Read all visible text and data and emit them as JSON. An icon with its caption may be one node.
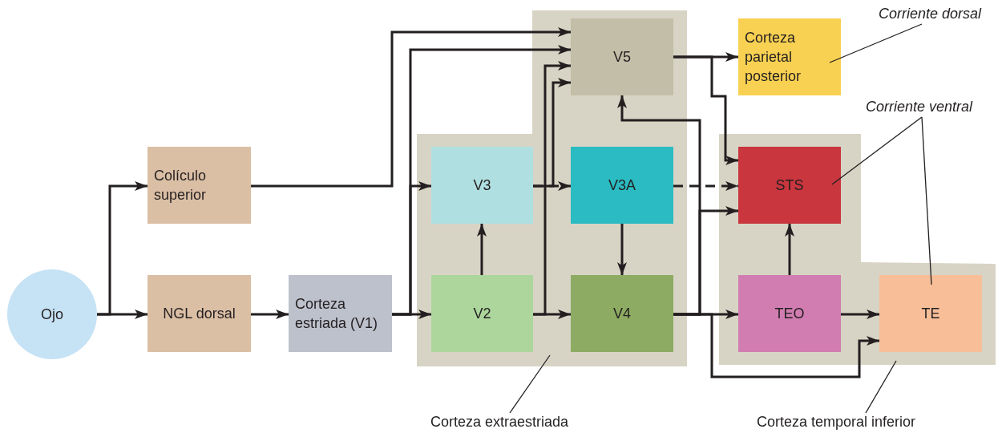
{
  "diagram": {
    "nodes": [
      {
        "text": [
          "Ojo"
        ]
      },
      {
        "text": [
          "Colículo superior"
        ]
      },
      {
        "text": [
          "NGL dorsal"
        ]
      },
      {
        "text": [
          "Corteza estriada (V1)"
        ]
      },
      {
        "text": [],
        "shape": "band"
      },
      {
        "text": [
          "V5"
        ],
        "in": 4
      },
      {
        "text": [
          "V3"
        ],
        "in": 4
      },
      {
        "text": [
          "V3A"
        ],
        "in": 4
      },
      {
        "text": [
          "V2"
        ],
        "in": 4
      },
      {
        "text": [
          "V4"
        ],
        "in": 4
      },
      {
        "text": [
          "Corteza parietal posterior"
        ]
      },
      {
        "text": [],
        "shape": "band"
      },
      {
        "text": [
          "STS"
        ],
        "in": 11
      },
      {
        "text": [
          "TEO"
        ],
        "in": 11
      },
      {
        "text": [
          "TE"
        ],
        "in": 11
      },
      {
        "text": [
          "Corriente dorsal"
        ]
      },
      {
        "text": [
          "Corriente ventral"
        ]
      },
      {
        "text": [
          "Corteza extraestriada"
        ]
      },
      {
        "text": [
          "Corteza temporal inferior"
        ]
      }
    ],
    "edges": [
      {
        "from": 0,
        "to": 1,
        "arrow": "to"
      },
      {
        "from": 0,
        "to": 2,
        "arrow": "to"
      },
      {
        "from": 2,
        "to": 3,
        "arrow": "to"
      },
      {
        "from": 3,
        "to": 8,
        "arrow": "to"
      },
      {
        "from": 3,
        "to": 6,
        "arrow": "to"
      },
      {
        "from": 3,
        "to": 5,
        "arrow": "to"
      },
      {
        "from": 1,
        "to": 5,
        "arrow": "to"
      },
      {
        "from": 8,
        "to": 6,
        "arrow": "to"
      },
      {
        "from": 8,
        "to": 9,
        "arrow": "to"
      },
      {
        "from": 8,
        "to": 5,
        "arrow": "to"
      },
      {
        "from": 6,
        "to": 7,
        "arrow": "to",
        "style": "dashed"
      },
      {
        "from": 6,
        "to": 5,
        "arrow": "to"
      },
      {
        "from": 7,
        "to": 9,
        "arrow": "to"
      },
      {
        "from": 7,
        "to": 12,
        "arrow": "to",
        "style": "dashed"
      },
      {
        "from": 5,
        "to": 10,
        "arrow": "to"
      },
      {
        "from": 5,
        "to": 12,
        "arrow": "to"
      },
      {
        "from": 9,
        "to": 13,
        "arrow": "to"
      },
      {
        "from": 9,
        "to": 12,
        "arrow": "to"
      },
      {
        "from": 9,
        "to": 5,
        "arrow": "to"
      },
      {
        "from": 9,
        "to": 14,
        "arrow": "to"
      },
      {
        "from": 13,
        "to": 12,
        "arrow": "to"
      },
      {
        "from": 13,
        "to": 14,
        "arrow": "to"
      },
      {
        "from": 15,
        "to": 10,
        "arrow": "none"
      },
      {
        "from": 16,
        "to": 12,
        "arrow": "none"
      },
      {
        "from": 16,
        "to": 14,
        "arrow": "none"
      },
      {
        "from": 17,
        "to": 4,
        "arrow": "none"
      },
      {
        "from": 18,
        "to": 11,
        "arrow": "none"
      }
    ]
  }
}
